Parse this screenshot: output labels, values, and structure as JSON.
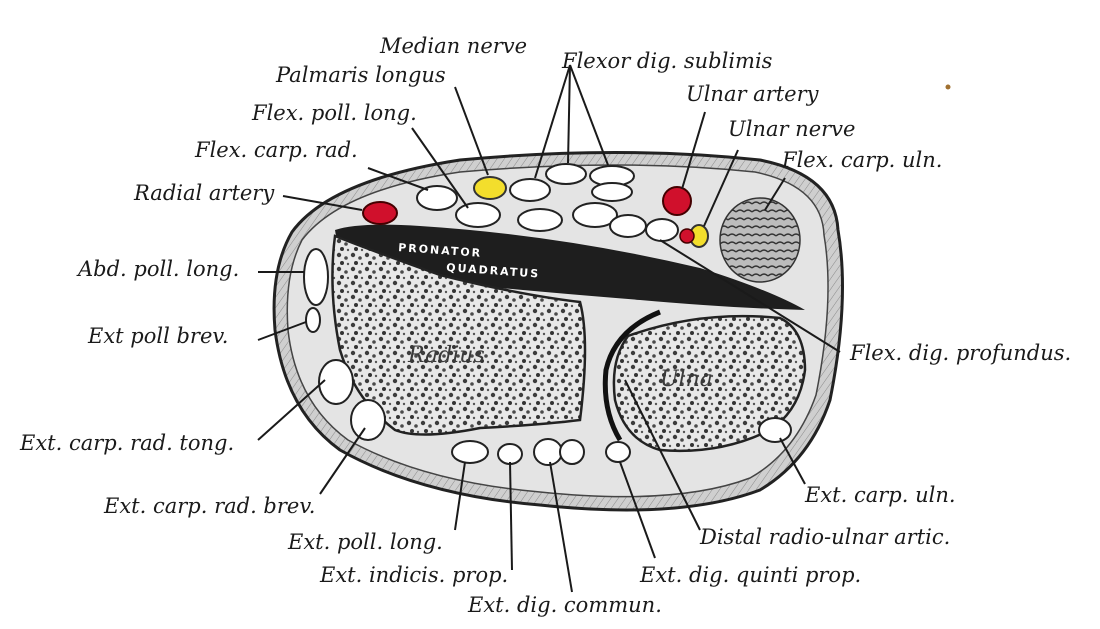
{
  "labels": {
    "median_nerve": "Median nerve",
    "palmaris_longus": "Palmaris longus",
    "flexor_dig_sublimis": "Flexor dig. sublimis",
    "ulnar_artery": "Ulnar artery",
    "ulnar_nerve": "Ulnar nerve",
    "flex_poll_long": "Flex. poll. long.",
    "flex_carp_rad": "Flex. carp. rad.",
    "flex_carp_uln": "Flex. carp. uln.",
    "radial_artery": "Radial artery",
    "abd_poll_long": "Abd. poll. long.",
    "ext_poll_brev": "Ext poll brev.",
    "flex_dig_profundus": "Flex. dig. profundus.",
    "ext_carp_rad_long": "Ext. carp. rad. tong.",
    "ext_carp_rad_brev": "Ext. carp. rad. brev.",
    "ext_carp_uln": "Ext. carp. uln.",
    "ext_poll_long": "Ext. poll. long.",
    "distal_radio_ulnar": "Distal radio-ulnar artic.",
    "ext_indicis_prop": "Ext. indicis. prop.",
    "ext_dig_quinti_prop": "Ext. dig. quinti prop.",
    "ext_dig_commun": "Ext. dig. commun."
  },
  "inner_labels": {
    "pronator_1": "PRONATOR",
    "pronator_2": "QUADRATUS",
    "radius": "Radius",
    "ulna": "Ulna"
  },
  "colors": {
    "artery": "#d0102c",
    "nerve": "#f3de2c",
    "muscle": "#1e1e1e",
    "bone": "#d6d6d6",
    "tissue": "#e2e2e2"
  }
}
